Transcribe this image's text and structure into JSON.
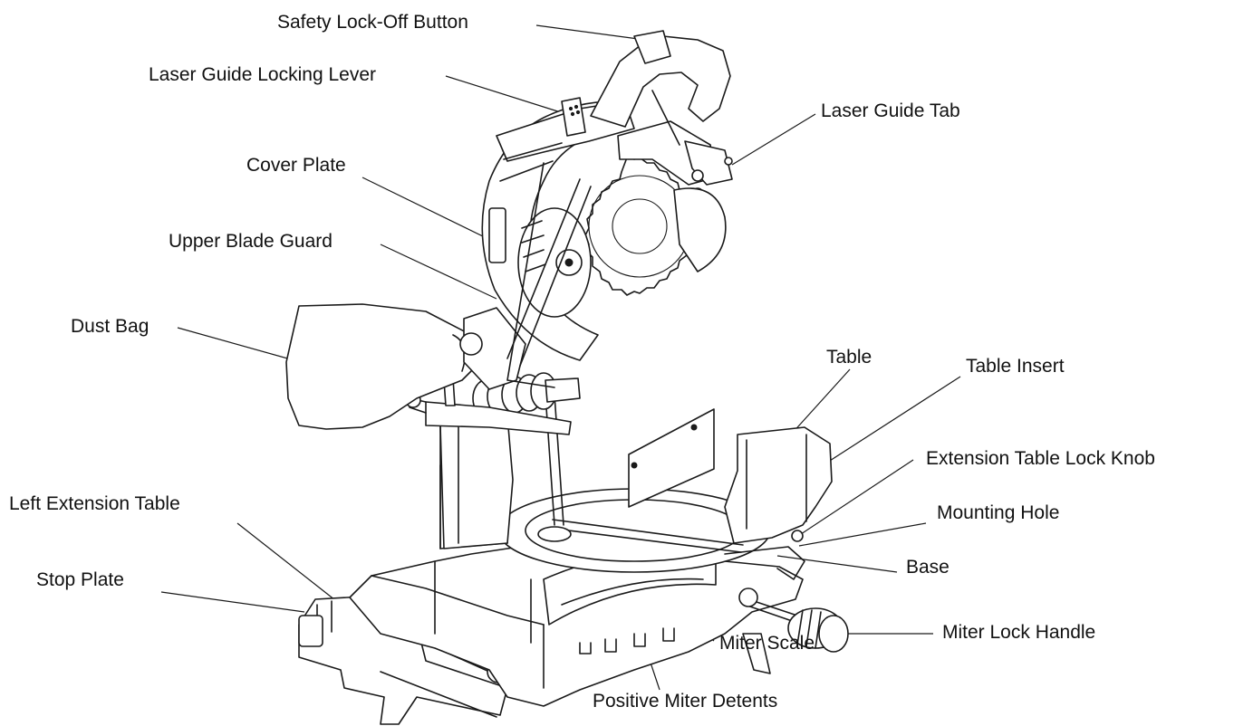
{
  "labels": {
    "safety_lock_off_button": "Safety Lock-Off Button",
    "laser_guide_locking_lever": "Laser Guide Locking Lever",
    "laser_guide_tab": "Laser Guide Tab",
    "cover_plate": "Cover Plate",
    "upper_blade_guard": "Upper Blade Guard",
    "dust_bag": "Dust Bag",
    "table": "Table",
    "table_insert": "Table Insert",
    "extension_table_lock_knob": "Extension Table Lock Knob",
    "left_extension_table": "Left Extension Table",
    "mounting_hole": "Mounting Hole",
    "base": "Base",
    "stop_plate": "Stop Plate",
    "miter_lock_handle": "Miter Lock Handle",
    "miter_scale": "Miter Scale",
    "positive_miter_detents": "Positive Miter Detents"
  }
}
